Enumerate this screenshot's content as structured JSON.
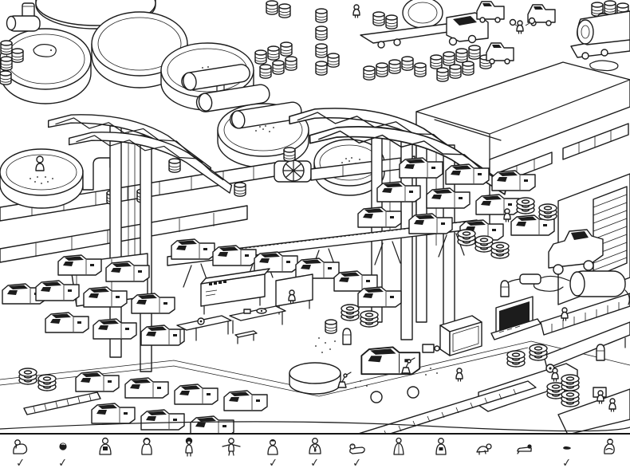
{
  "colors": {
    "ink": "#1c1c1c",
    "paper": "#ffffff",
    "check": "#2d2d2d",
    "screen": "#1c1c1c"
  },
  "scene": {
    "name": "factory-floor",
    "objects": [
      "open-vat",
      "blob-in-vat",
      "showering-figure-in-vat",
      "storage-cylinder",
      "barrel-stack",
      "segmented-pipe",
      "valve-wheel-manifold",
      "gantry-crane",
      "crane-leg",
      "factory-building",
      "window-strip",
      "roller-door",
      "car-body-stack",
      "assembly-rack",
      "flatbed-truck",
      "cylinder-truck",
      "pickup-truck",
      "box-truck",
      "container-truck",
      "tire-stack",
      "work-table",
      "sign-board",
      "whiteboard",
      "control-console",
      "monitor-screen",
      "conveyor",
      "robot-arm",
      "worker",
      "juggler",
      "crate",
      "bollard",
      "storage-disc"
    ]
  },
  "target_bar": {
    "items": [
      {
        "id": 1,
        "name": "hunched-worker",
        "found": true,
        "check": "✓"
      },
      {
        "id": 2,
        "name": "curled-ball-critter",
        "found": true,
        "check": "✓"
      },
      {
        "id": 3,
        "name": "backpack-worker",
        "found": false,
        "check": ""
      },
      {
        "id": 4,
        "name": "hooded-figure",
        "found": false,
        "check": ""
      },
      {
        "id": 5,
        "name": "afro-kid",
        "found": false,
        "check": ""
      },
      {
        "id": 6,
        "name": "arms-out-figure",
        "found": false,
        "check": ""
      },
      {
        "id": 7,
        "name": "capped-worker",
        "found": true,
        "check": "✓"
      },
      {
        "id": 8,
        "name": "vest-worker",
        "found": true,
        "check": "✓"
      },
      {
        "id": 9,
        "name": "napping-figure",
        "found": true,
        "check": "✓"
      },
      {
        "id": 10,
        "name": "robed-figure",
        "found": false,
        "check": ""
      },
      {
        "id": 11,
        "name": "logo-shirt-worker",
        "found": false,
        "check": ""
      },
      {
        "id": 12,
        "name": "crawling-figure",
        "found": false,
        "check": ""
      },
      {
        "id": 13,
        "name": "face-down-figure",
        "found": false,
        "check": ""
      },
      {
        "id": 14,
        "name": "tiny-slug",
        "found": true,
        "check": "✓"
      },
      {
        "id": 15,
        "name": "crouching-figure",
        "found": false,
        "check": ""
      }
    ]
  }
}
